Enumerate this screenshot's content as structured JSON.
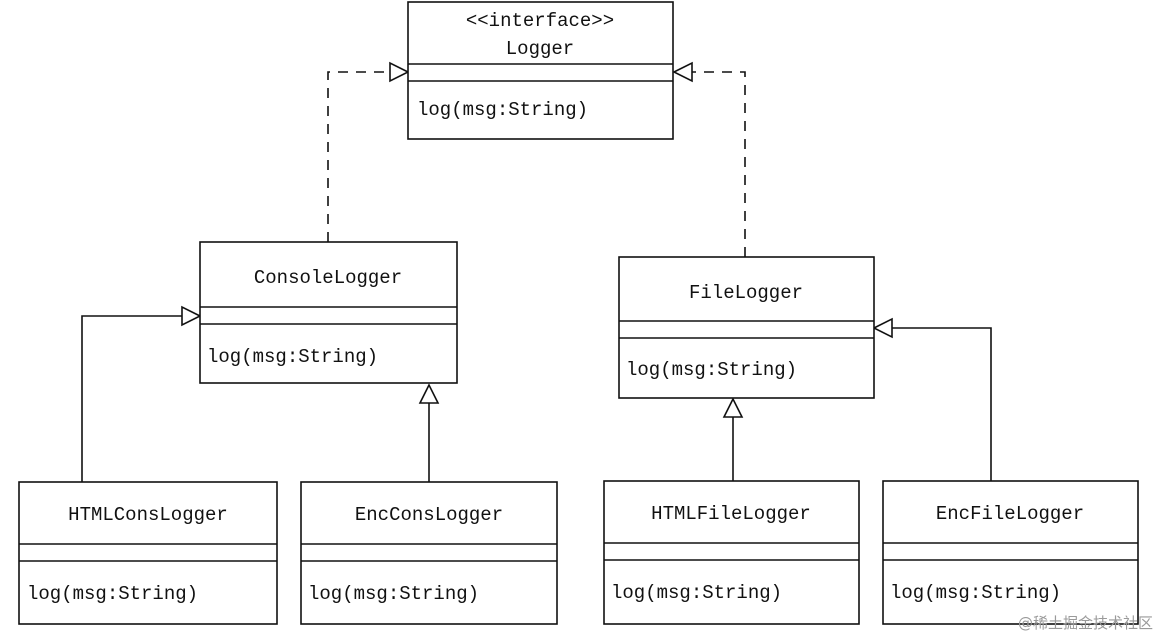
{
  "classes": {
    "logger": {
      "stereotype": "<<interface>>",
      "name": "Logger",
      "method": "log(msg:String)"
    },
    "console_logger": {
      "name": "ConsoleLogger",
      "method": "log(msg:String)"
    },
    "file_logger": {
      "name": "FileLogger",
      "method": "log(msg:String)"
    },
    "html_cons_logger": {
      "name": "HTMLConsLogger",
      "method": "log(msg:String)"
    },
    "enc_cons_logger": {
      "name": "EncConsLogger",
      "method": "log(msg:String)"
    },
    "html_file_logger": {
      "name": "HTMLFileLogger",
      "method": "log(msg:String)"
    },
    "enc_file_logger": {
      "name": "EncFileLogger",
      "method": "log(msg:String)"
    }
  },
  "relations": [
    {
      "from": "console_logger",
      "to": "logger",
      "kind": "realization"
    },
    {
      "from": "file_logger",
      "to": "logger",
      "kind": "realization"
    },
    {
      "from": "html_cons_logger",
      "to": "console_logger",
      "kind": "generalization"
    },
    {
      "from": "enc_cons_logger",
      "to": "console_logger",
      "kind": "generalization"
    },
    {
      "from": "html_file_logger",
      "to": "file_logger",
      "kind": "generalization"
    },
    {
      "from": "enc_file_logger",
      "to": "file_logger",
      "kind": "generalization"
    }
  ],
  "watermark": "@稀土掘金技术社区"
}
